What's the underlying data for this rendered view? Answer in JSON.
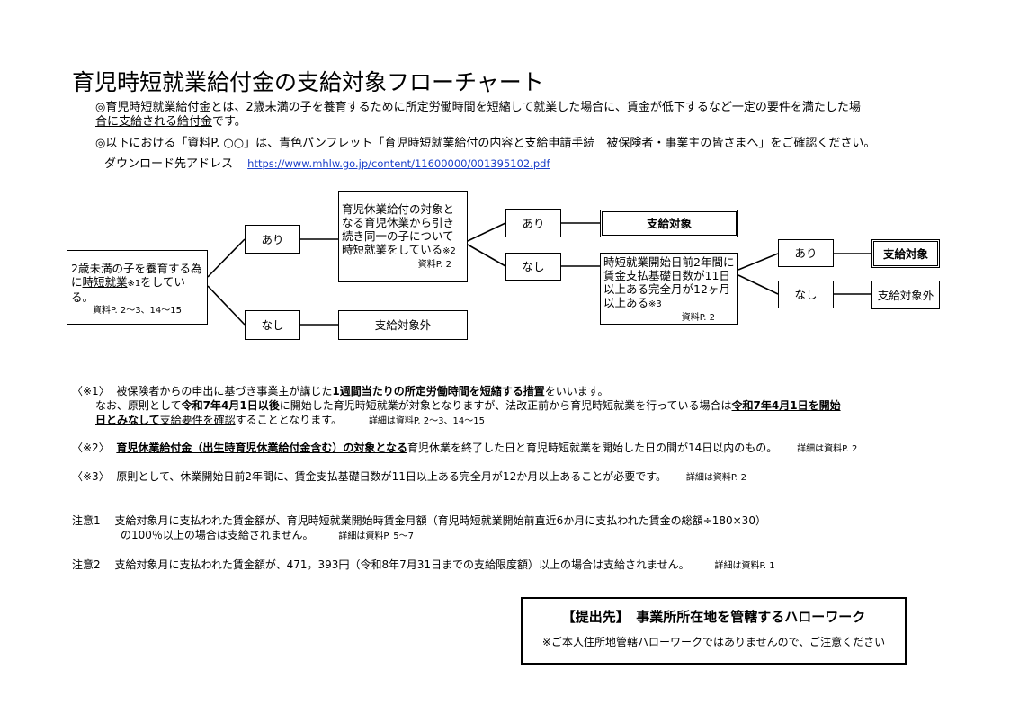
{
  "title": "育児時短就業給付金の支給対象フローチャート",
  "intro": {
    "p1_a": "◎育児時短就業給付金とは、2歳未満の子を養育するために所定労働時間を短縮して就業した場合に、",
    "p1_u1": "賃金が低下するなど一定の要件を満たした場",
    "p1_u2": "合に支給される給付金",
    "p1_b": "です。",
    "p2": "◎以下における「資料P. ○○」は、青色パンフレット「育児時短就業給付の内容と支給申請手続　被保険者・事業主の皆さまへ」をご確認ください。",
    "download_label": "ダウンロード先アドレス",
    "download_url": "https://www.mhlw.go.jp/content/11600000/001395102.pdf"
  },
  "flow": {
    "q1_a": "2歳未満の子を養育する為に",
    "q1_u": "時短就業",
    "q1_mark": "※1",
    "q1_b": "をしている。",
    "q1_ref": "資料P. 2～3、14～15",
    "ari": "あり",
    "nashi": "なし",
    "not_eligible": "支給対象外",
    "eligible": "支給対象",
    "q2_text": "育児休業給付の対象となる育児休業から引き続き同一の子について時短就業をしている",
    "q2_mark": "※2",
    "q2_ref": "資料P. 2",
    "q3_text": "時短就業開始日前2年間に賃金支払基礎日数が11日以上ある完全月が12ヶ月以上ある",
    "q3_mark": "※3",
    "q3_ref": "資料P. 2"
  },
  "notes": {
    "n1_label": "〈※1〉",
    "n1_a": "被保険者からの申出に基づき事業主が講じた",
    "n1_b": "1週間当たりの所定労働時間を短縮する措置",
    "n1_c": "をいいます。",
    "n1_line2_a": "なお、原則として",
    "n1_line2_b": "令和7年4月1日以後",
    "n1_line2_c": "に開始した育児時短就業が対象となりますが、法改正前から育児時短就業を行っている場合は",
    "n1_line2_d": "令和7年4月1日を開始",
    "n1_line3_a": "日とみなして",
    "n1_line3_b": "支給要件を確認",
    "n1_line3_c": "することとなります。",
    "n1_ref": "詳細は資料P. 2～3、14～15",
    "n2_label": "〈※2〉",
    "n2_a": "育児休業給付金（出生時育児休業給付金含む）の対象となる",
    "n2_b": "育児休業を終了した日と育児時短就業を開始した日の間が14日以内のもの。",
    "n2_ref": "詳細は資料P. 2",
    "n3_label": "〈※3〉",
    "n3_text": "原則として、休業開始日前2年間に、賃金支払基礎日数が11日以上ある完全月が12か月以上あることが必要です。",
    "n3_ref": "詳細は資料P. 2",
    "c1_label": "注意1",
    "c1_text1": "支給対象月に支払われた賃金額が、育児時短就業開始時賃金月額（育児時短就業開始前直近6か月に支払われた賃金の総額÷180×30）",
    "c1_text2": "の100％以上の場合は支給されません。",
    "c1_ref": "詳細は資料P. 5～7",
    "c2_label": "注意2",
    "c2_text": "支給対象月に支払われた賃金額が、471，393円（令和8年7月31日までの支給限度額）以上の場合は支給されません。",
    "c2_ref": "詳細は資料P. 1"
  },
  "submit": {
    "heading": "【提出先】　事業所所在地を管轄するハローワーク",
    "note": "※ご本人住所地管轄ハローワークではありませんので、ご注意ください"
  }
}
